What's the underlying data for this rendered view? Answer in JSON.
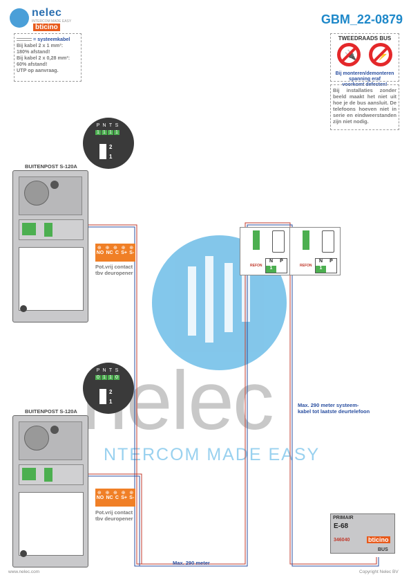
{
  "header": {
    "brand": "nelec",
    "brand_sub": "INTERCOM MADE EASY",
    "bticino": "bticino",
    "doc_id": "GBM_22-0879"
  },
  "cable_note": {
    "title": "= systeemkabel",
    "line1": "Bij kabel 2 x 1 mm²:",
    "line2": "180% afstand!",
    "line3": "Bij kabel 2 x 0,28 mm²:",
    "line4": "60% afstand!",
    "line5": "UTP op aanvraag."
  },
  "warning": {
    "title": "TWEEDRAADS BUS",
    "text1": "Bij monteren/demonteren",
    "text2": "spanning eraf",
    "text3": "voorkomt defecten!"
  },
  "info": {
    "text": "Bij installaties zonder beeld maakt het niet uit hoe je de bus aansluit. De telefoons hoeven niet in serie en eindweerstanden zijn niet nodig."
  },
  "units": [
    {
      "label": "BUITENPOST S-120A",
      "dip_labels": [
        "P",
        "N",
        "T",
        "S"
      ],
      "dip_values": [
        "1",
        "1",
        "1",
        "1"
      ],
      "switch_top": "2",
      "switch_bottom": "1",
      "relay_labels": [
        "NO",
        "NC",
        "C",
        "S+",
        "S-"
      ],
      "caption1": "Pot.vrij contact",
      "caption2": "tbv deuropener"
    },
    {
      "label": "BUITENPOST S-120A",
      "dip_labels": [
        "P",
        "N",
        "T",
        "S"
      ],
      "dip_values": [
        "0",
        "1",
        "1",
        "0"
      ],
      "switch_top": "2",
      "switch_bottom": "1",
      "relay_labels": [
        "NO",
        "NC",
        "C",
        "S+",
        "S-"
      ],
      "caption1": "Pot.vrij contact",
      "caption2": "tbv deuropener"
    }
  ],
  "phones": [
    {
      "n": "N",
      "p": "P",
      "val": "1",
      "tag": "REFON"
    },
    {
      "n": "N",
      "p": "P",
      "val": "1",
      "tag": "REFON"
    }
  ],
  "distance_note": {
    "line1": "Max. 290 meter systeem-",
    "line2": "kabel tot laatste deurtelefoon"
  },
  "max_note": "Max. 290 meter",
  "psu": {
    "primair": "PRIMAIR",
    "model": "E-68",
    "code": "346040",
    "brand": "bticino",
    "bus": "BUS"
  },
  "watermark": {
    "text": "nelec",
    "tagline": "NTERCOM MADE EASY"
  },
  "footer": {
    "left": "www.nelec.com",
    "right": "Copyright Nelec BV"
  }
}
